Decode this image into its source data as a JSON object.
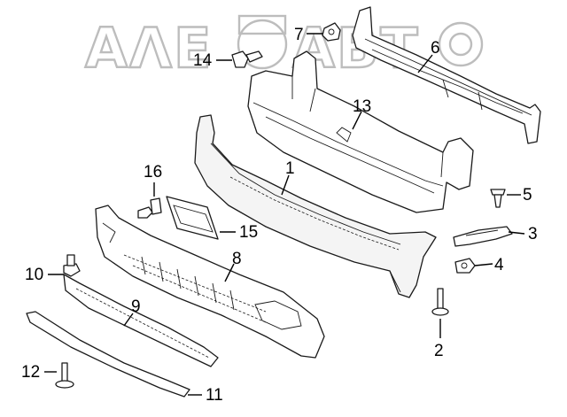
{
  "watermark": {
    "text": "ΑΛΕΓΟΑΒΤΟ",
    "color": "#bdbdbd"
  },
  "callouts": [
    {
      "id": "1",
      "label": "1"
    },
    {
      "id": "2",
      "label": "2"
    },
    {
      "id": "3",
      "label": "3"
    },
    {
      "id": "4",
      "label": "4"
    },
    {
      "id": "5",
      "label": "5"
    },
    {
      "id": "6",
      "label": "6"
    },
    {
      "id": "7",
      "label": "7"
    },
    {
      "id": "8",
      "label": "8"
    },
    {
      "id": "9",
      "label": "9"
    },
    {
      "id": "10",
      "label": "10"
    },
    {
      "id": "11",
      "label": "11"
    },
    {
      "id": "12",
      "label": "12"
    },
    {
      "id": "13",
      "label": "13"
    },
    {
      "id": "14",
      "label": "14"
    },
    {
      "id": "15",
      "label": "15"
    },
    {
      "id": "16",
      "label": "16"
    }
  ],
  "colors": {
    "line": "#1a1a1a",
    "background": "#ffffff"
  }
}
